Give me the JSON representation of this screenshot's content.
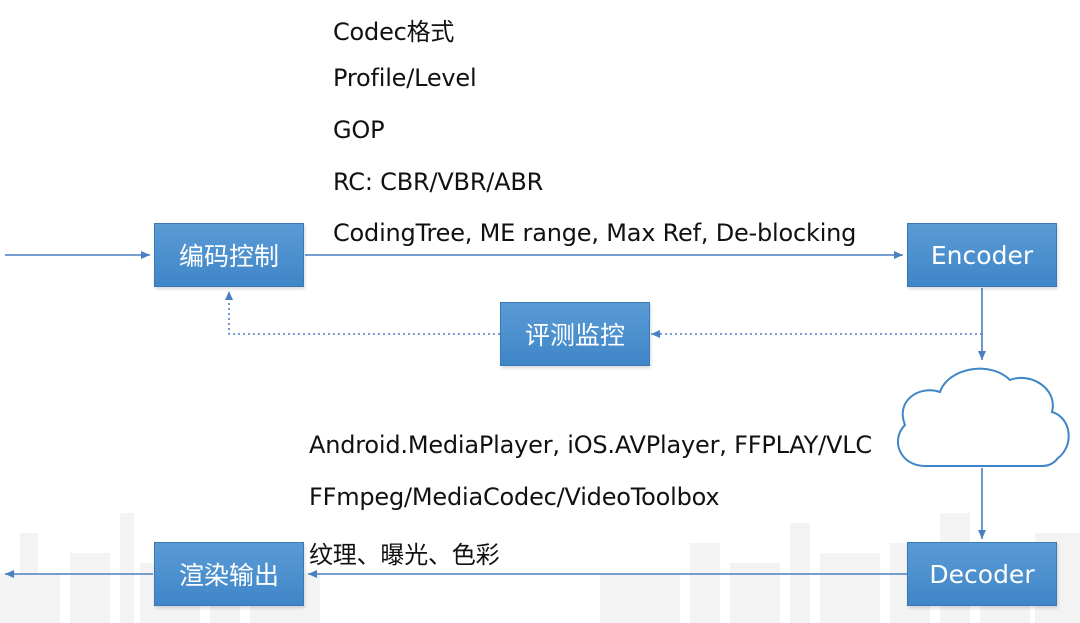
{
  "boxes": {
    "encoding_control": "编码控制",
    "encoder": "Encoder",
    "evaluation_monitor": "评测监控",
    "decoder": "Decoder",
    "render_output": "渲染输出"
  },
  "encoder_params": [
    "Codec格式",
    "Profile/Level",
    "GOP",
    "RC: CBR/VBR/ABR",
    "CodingTree, ME range, Max Ref, De-blocking"
  ],
  "decoder_params": [
    "Android.MediaPlayer, iOS.AVPlayer, FFPLAY/VLC",
    "FFmpeg/MediaCodec/VideoToolbox",
    "纹理、曝光、色彩"
  ],
  "colors": {
    "box_fill": "#4a90d0",
    "arrow": "#4a7fc0",
    "watermark": "#f2f2f2"
  },
  "icons": {
    "network": "cloud-icon"
  }
}
